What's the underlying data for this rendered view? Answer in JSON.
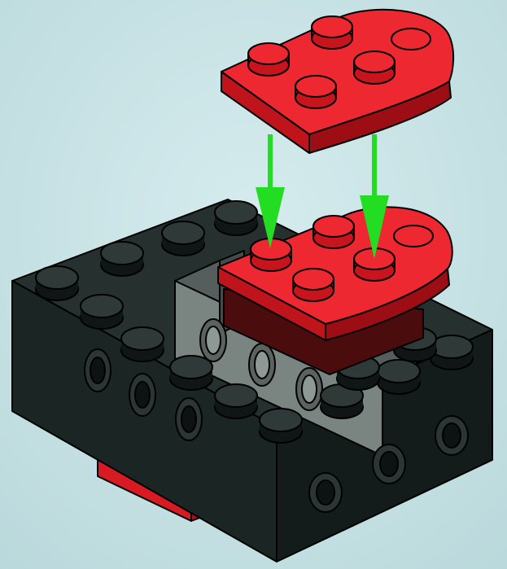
{
  "colors": {
    "background": "#c8e2e4",
    "red_plate": "#e8202a",
    "red_shadow": "#a01016",
    "black_brick": "#1a2422",
    "black_top": "#26302e",
    "gray_brick": "#6e7774",
    "green_arrow": "#22dd22",
    "outline": "#000000"
  },
  "parts": [
    {
      "name": "red-round-plate-2x3",
      "state": "loose"
    },
    {
      "name": "red-round-plate-2x3",
      "state": "placed"
    },
    {
      "name": "black-technic-frame",
      "state": "base"
    },
    {
      "name": "gray-technic-brick",
      "state": "base"
    }
  ],
  "arrows": {
    "count": 2,
    "direction": "down"
  },
  "icons": [
    "arrow-down-icon"
  ]
}
